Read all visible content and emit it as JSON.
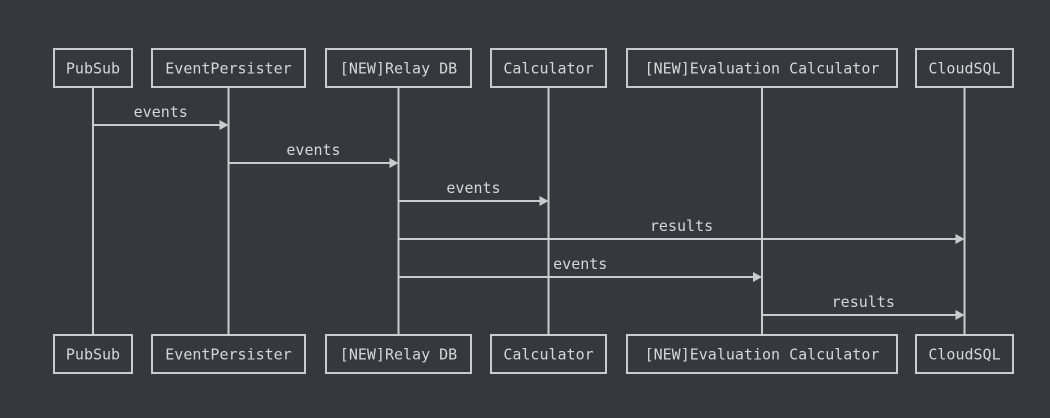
{
  "diagram": {
    "participants": [
      {
        "id": "pubsub",
        "label": "PubSub"
      },
      {
        "id": "eventpersister",
        "label": "EventPersister"
      },
      {
        "id": "relaydb",
        "label": "[NEW]Relay DB"
      },
      {
        "id": "calculator",
        "label": "Calculator"
      },
      {
        "id": "evalcalc",
        "label": "[NEW]Evaluation Calculator"
      },
      {
        "id": "cloudsql",
        "label": "CloudSQL"
      }
    ],
    "messages": [
      {
        "from": "pubsub",
        "to": "eventpersister",
        "label": "events"
      },
      {
        "from": "eventpersister",
        "to": "relaydb",
        "label": "events"
      },
      {
        "from": "relaydb",
        "to": "calculator",
        "label": "events"
      },
      {
        "from": "relaydb",
        "to": "cloudsql",
        "label": "results"
      },
      {
        "from": "relaydb",
        "to": "evalcalc",
        "label": "events"
      },
      {
        "from": "evalcalc",
        "to": "cloudsql",
        "label": "results"
      }
    ],
    "colors": {
      "background": "#36383d",
      "line": "#c9cbcf",
      "text": "#d4d6da"
    }
  }
}
